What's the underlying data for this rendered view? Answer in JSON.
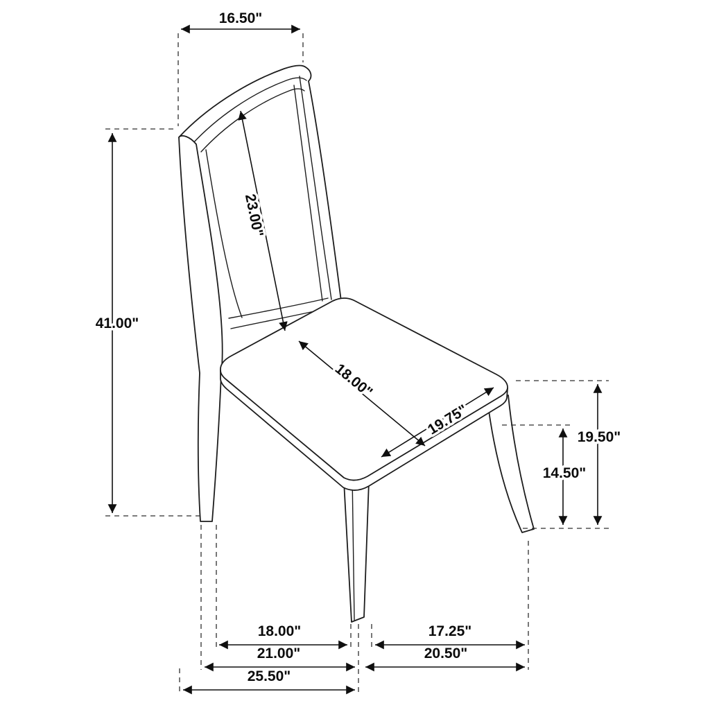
{
  "dims": {
    "top_width": "16.50\"",
    "back_height": "23.00\"",
    "overall_height": "41.00\"",
    "seat_width": "18.00\"",
    "seat_depth": "19.75\"",
    "seat_height": "19.50\"",
    "back_leg_height": "14.50\"",
    "floor_front_span": "18.00\"",
    "floor_side_span": "17.25\"",
    "floor_front_overall": "21.00\"",
    "floor_side_overall": "20.50\"",
    "overall_depth": "25.50\""
  },
  "colors": {
    "line": "#1c1c1c",
    "dimension_line": "#0f0f0f",
    "background": "#ffffff"
  }
}
